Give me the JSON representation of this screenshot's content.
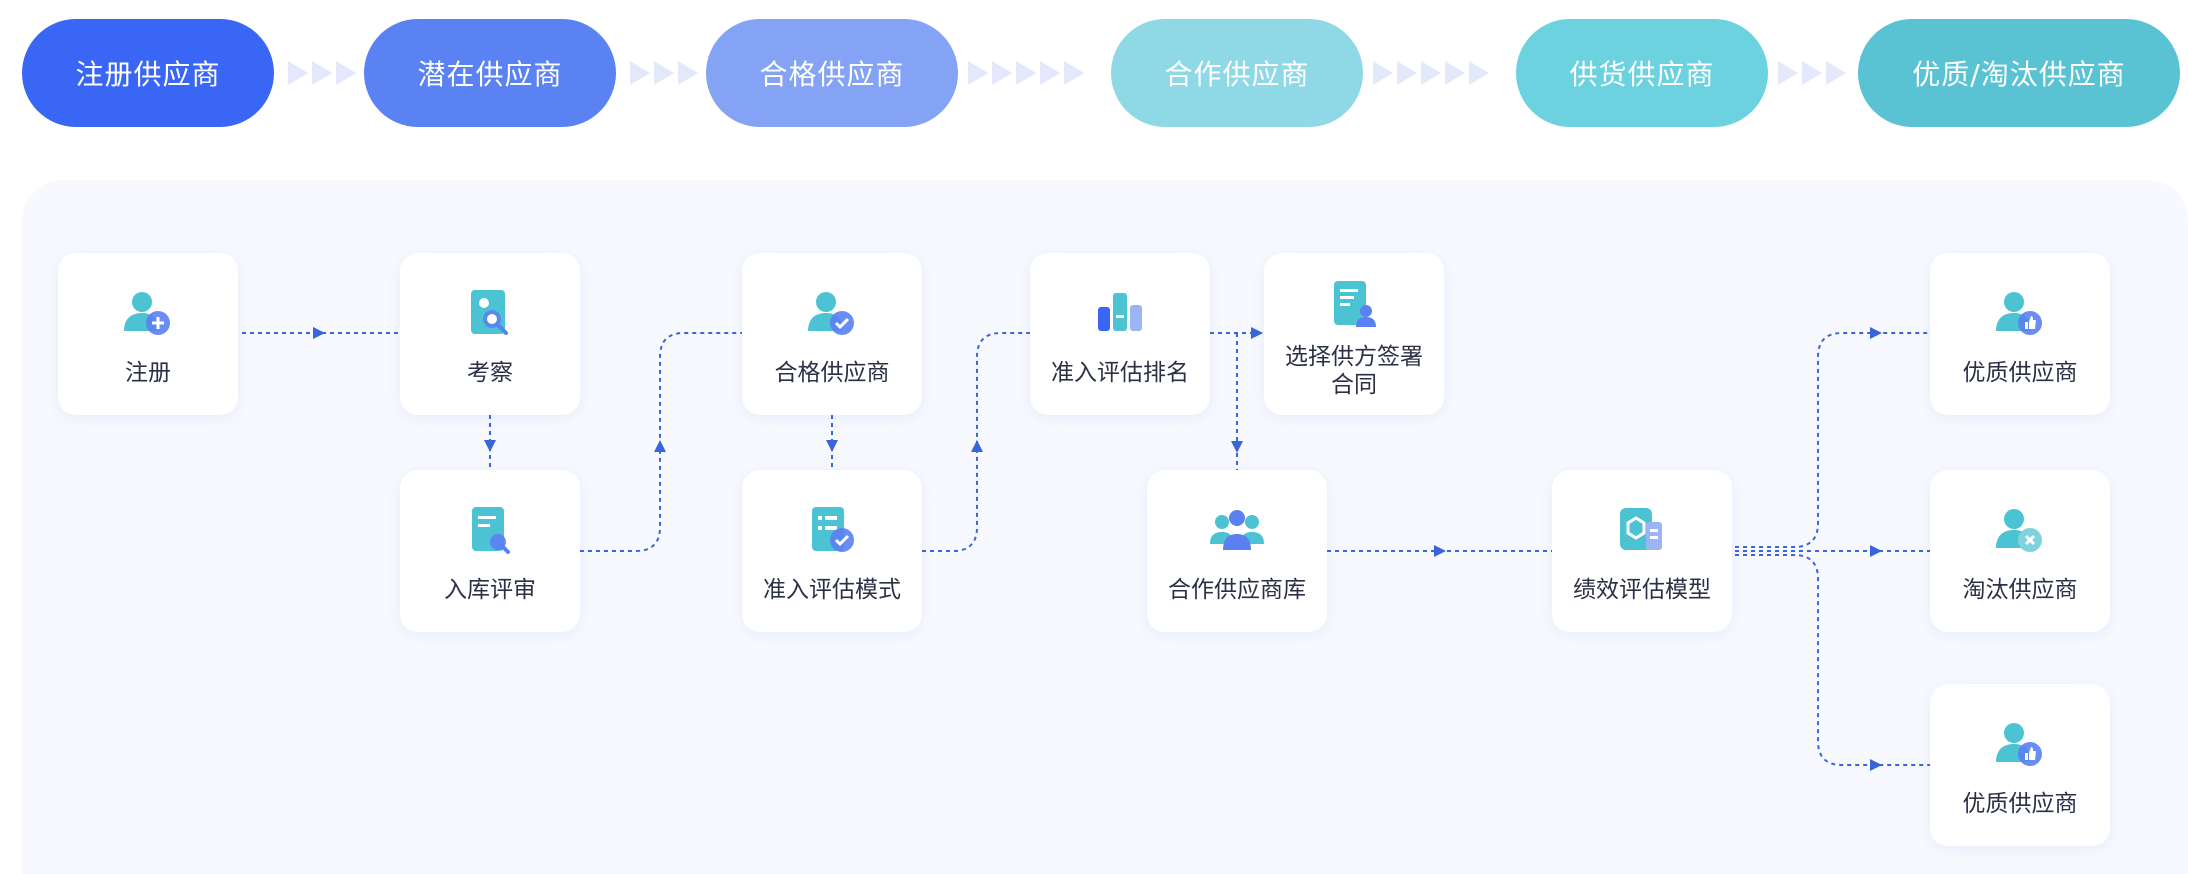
{
  "stages": [
    {
      "id": "register",
      "label": "注册供应商",
      "color": "#3a66f5"
    },
    {
      "id": "potential",
      "label": "潜在供应商",
      "color": "#5a82f3"
    },
    {
      "id": "qualified",
      "label": "合格供应商",
      "color": "#85a3f5"
    },
    {
      "id": "cooperative",
      "label": "合作供应商",
      "color": "#8fd9e6"
    },
    {
      "id": "supplying",
      "label": "供货供应商",
      "color": "#6dd2df"
    },
    {
      "id": "final",
      "label": "优质/淘汰供应商",
      "color": "#5ac3d3"
    }
  ],
  "cards": [
    {
      "id": "register",
      "label": "注册",
      "icon": "user-add-icon"
    },
    {
      "id": "inspect",
      "label": "考察",
      "icon": "inspect-document-icon"
    },
    {
      "id": "warehouse-review",
      "label": "入库评审",
      "icon": "review-document-icon"
    },
    {
      "id": "qualified",
      "label": "合格供应商",
      "icon": "user-check-icon"
    },
    {
      "id": "access-eval-mode",
      "label": "准入评估模式",
      "icon": "checklist-icon"
    },
    {
      "id": "access-eval-rank",
      "label": "准入评估排名",
      "icon": "bar-chart-icon"
    },
    {
      "id": "select-sign",
      "label": "选择供方签署合同",
      "icon": "contract-icon"
    },
    {
      "id": "coop-library",
      "label": "合作供应商库",
      "icon": "user-group-icon"
    },
    {
      "id": "performance-model",
      "label": "绩效评估模型",
      "icon": "performance-model-icon"
    },
    {
      "id": "quality-1",
      "label": "优质供应商",
      "icon": "user-thumbs-up-icon"
    },
    {
      "id": "eliminated",
      "label": "淘汰供应商",
      "icon": "user-remove-icon"
    },
    {
      "id": "quality-2",
      "label": "优质供应商",
      "icon": "user-thumbs-up-icon"
    }
  ],
  "colors": {
    "primary": "#3a64d9",
    "icon_teal": "#4cc3d2",
    "icon_blue": "#5b80f2",
    "panel_bg": "#f7f9ff"
  }
}
